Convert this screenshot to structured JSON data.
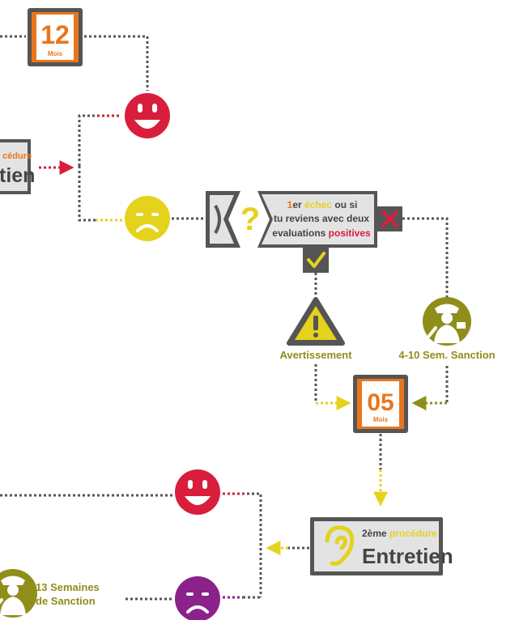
{
  "colors": {
    "orange": "#e8761e",
    "red": "#d81e3c",
    "olive": "#8f8e1a",
    "yellow": "#e4d21c",
    "purple": "#8b2289",
    "dark": "#555555",
    "grey_bg": "#e3e3e3"
  },
  "timer_top": {
    "number": "12",
    "unit": "Mois"
  },
  "timer_mid": {
    "number": "05",
    "unit": "Mois"
  },
  "proc1": {
    "word_top": "cédure",
    "word_main": "tien"
  },
  "question": {
    "mark": "?",
    "line1_a": "1",
    "line1_b": "er ",
    "line1_c": "échec",
    "line1_d": " ou si",
    "line2": "tu reviens avec deux",
    "line3_a": "evaluations ",
    "line3_b": "positives"
  },
  "warning": {
    "icon": "warning-icon",
    "label": "Avertissement"
  },
  "sanction_mid": {
    "icon": "police-officer-icon",
    "label_a": "4-10 Sem.",
    "label_b": " Sanction"
  },
  "proc2": {
    "icon": "ear-icon",
    "word_top_a": "2ème ",
    "word_top_b": "procédure",
    "word_main": "Entretien"
  },
  "sanction_bottom": {
    "icon": "police-officer-icon",
    "line1": "13 Semaines",
    "line2": "de Sanction"
  }
}
